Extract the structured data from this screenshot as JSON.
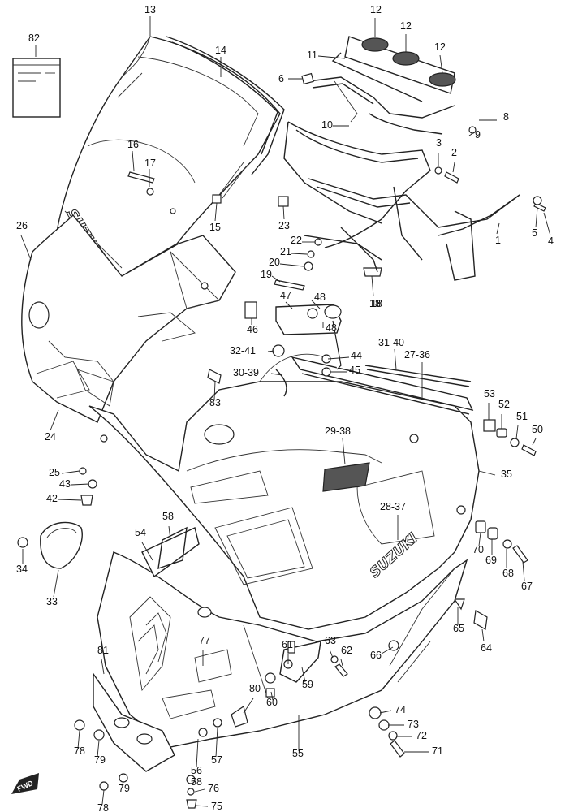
{
  "diagram": {
    "brand_windscreen": "SUZUKI",
    "brand_fairing": "SUZUKI",
    "front_badge": "FWD",
    "parts": [
      "1",
      "2",
      "3",
      "4",
      "5",
      "6",
      "8",
      "9",
      "10",
      "11",
      "12",
      "12",
      "12",
      "13",
      "14",
      "15",
      "16",
      "17",
      "18",
      "18",
      "19",
      "20",
      "21",
      "22",
      "23",
      "24",
      "25",
      "26",
      "27-36",
      "28-37",
      "29-38",
      "30-39",
      "31-40",
      "32-41",
      "33",
      "34",
      "35",
      "42",
      "43",
      "44",
      "45",
      "46",
      "47",
      "48",
      "48",
      "50",
      "51",
      "52",
      "53",
      "54",
      "55",
      "56",
      "57",
      "58",
      "58",
      "59",
      "60",
      "61",
      "62",
      "63",
      "64",
      "65",
      "66",
      "67",
      "68",
      "69",
      "70",
      "71",
      "72",
      "73",
      "74",
      "75",
      "76",
      "77",
      "78",
      "78",
      "79",
      "79",
      "80",
      "81",
      "82",
      "83"
    ]
  }
}
